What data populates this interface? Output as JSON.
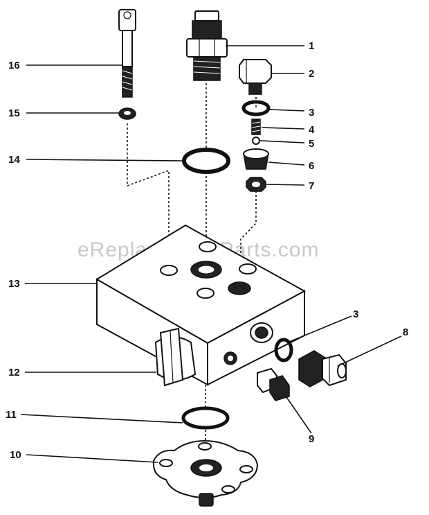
{
  "watermark": "eReplacementParts.com",
  "callouts": [
    "1",
    "2",
    "3",
    "4",
    "5",
    "6",
    "7",
    "3",
    "8",
    "9",
    "10",
    "11",
    "12",
    "13",
    "14",
    "15",
    "16"
  ]
}
